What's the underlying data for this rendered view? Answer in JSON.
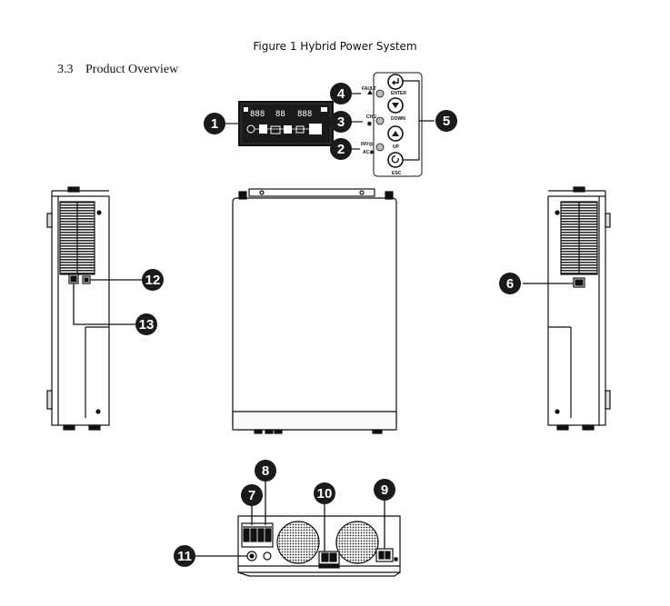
{
  "figure_caption": "Figure 1 Hybrid Power System",
  "section": {
    "number": "3.3",
    "title": "Product Overview"
  },
  "callouts": [
    {
      "id": "1"
    },
    {
      "id": "2"
    },
    {
      "id": "3"
    },
    {
      "id": "4"
    },
    {
      "id": "5"
    },
    {
      "id": "6"
    },
    {
      "id": "7"
    },
    {
      "id": "8"
    },
    {
      "id": "9"
    },
    {
      "id": "10"
    },
    {
      "id": "11"
    },
    {
      "id": "12"
    },
    {
      "id": "13"
    }
  ],
  "panel": {
    "led_fault": "FAULT",
    "led_chg": "CHG",
    "led_inv": "INV",
    "led_ac": "AC",
    "btn_enter": "ENTER",
    "btn_down": "DOWN",
    "btn_up": "UP",
    "btn_esc": "ESC"
  },
  "lcd": {
    "left_digits": "888",
    "mid_digits": "88",
    "right_digits": "888"
  },
  "colors": {
    "ink": "#111111",
    "callout_fill": "#1a1a1a",
    "fin": "#2b2b2b"
  }
}
